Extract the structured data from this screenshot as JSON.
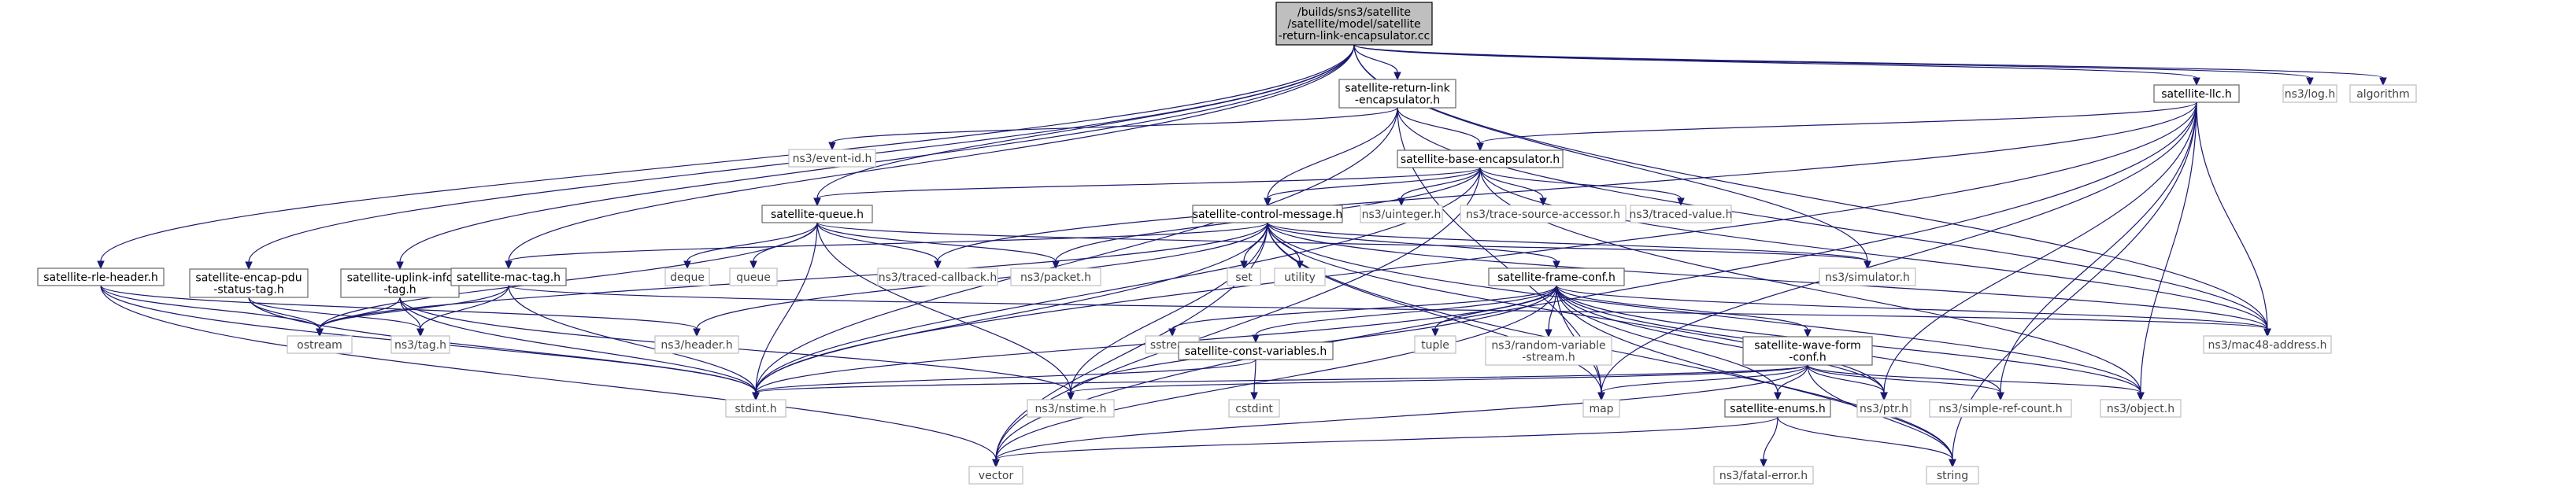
{
  "graph": {
    "type": "include-dependency-graph",
    "colors": {
      "edge": "#191970",
      "root_fill": "#bfbfbf",
      "node_border": "#666666",
      "external_border": "#bfbfbf"
    },
    "nodes": [
      {
        "id": "root",
        "lines": [
          "/builds/sns3/satellite",
          "/satellite/model/satellite",
          "-return-link-encapsulator.cc"
        ],
        "kind": "root"
      },
      {
        "id": "rle",
        "lines": [
          "satellite-return-link",
          "-encapsulator.h"
        ],
        "kind": "local"
      },
      {
        "id": "llc",
        "lines": [
          "satellite-llc.h"
        ],
        "kind": "local"
      },
      {
        "id": "log",
        "lines": [
          "ns3/log.h"
        ],
        "kind": "external"
      },
      {
        "id": "algo",
        "lines": [
          "algorithm"
        ],
        "kind": "external"
      },
      {
        "id": "eventid",
        "lines": [
          "ns3/event-id.h"
        ],
        "kind": "external"
      },
      {
        "id": "basee",
        "lines": [
          "satellite-base-encapsulator.h"
        ],
        "kind": "local"
      },
      {
        "id": "uint",
        "lines": [
          "ns3/uinteger.h"
        ],
        "kind": "external"
      },
      {
        "id": "tsa",
        "lines": [
          "ns3/trace-source-accessor.h"
        ],
        "kind": "external"
      },
      {
        "id": "tv",
        "lines": [
          "ns3/traced-value.h"
        ],
        "kind": "external"
      },
      {
        "id": "queue",
        "lines": [
          "satellite-queue.h"
        ],
        "kind": "local"
      },
      {
        "id": "ctrl",
        "lines": [
          "satellite-control-message.h"
        ],
        "kind": "local"
      },
      {
        "id": "rlehdr",
        "lines": [
          "satellite-rle-header.h"
        ],
        "kind": "local"
      },
      {
        "id": "encap",
        "lines": [
          "satellite-encap-pdu",
          "-status-tag.h"
        ],
        "kind": "local"
      },
      {
        "id": "uplink",
        "lines": [
          "satellite-uplink-info",
          "-tag.h"
        ],
        "kind": "local"
      },
      {
        "id": "mactag",
        "lines": [
          "satellite-mac-tag.h"
        ],
        "kind": "local"
      },
      {
        "id": "deque",
        "lines": [
          "deque"
        ],
        "kind": "external"
      },
      {
        "id": "queuestd",
        "lines": [
          "queue"
        ],
        "kind": "external"
      },
      {
        "id": "tcb",
        "lines": [
          "ns3/traced-callback.h"
        ],
        "kind": "external"
      },
      {
        "id": "packet",
        "lines": [
          "ns3/packet.h"
        ],
        "kind": "external"
      },
      {
        "id": "set",
        "lines": [
          "set"
        ],
        "kind": "external"
      },
      {
        "id": "utility",
        "lines": [
          "utility"
        ],
        "kind": "external"
      },
      {
        "id": "frame",
        "lines": [
          "satellite-frame-conf.h"
        ],
        "kind": "local"
      },
      {
        "id": "sim",
        "lines": [
          "ns3/simulator.h"
        ],
        "kind": "external"
      },
      {
        "id": "ostream",
        "lines": [
          "ostream"
        ],
        "kind": "external"
      },
      {
        "id": "tag",
        "lines": [
          "ns3/tag.h"
        ],
        "kind": "external"
      },
      {
        "id": "header",
        "lines": [
          "ns3/header.h"
        ],
        "kind": "external"
      },
      {
        "id": "sstream",
        "lines": [
          "sstream"
        ],
        "kind": "external"
      },
      {
        "id": "tuple",
        "lines": [
          "tuple"
        ],
        "kind": "external"
      },
      {
        "id": "rvs",
        "lines": [
          "ns3/random-variable",
          "-stream.h"
        ],
        "kind": "external"
      },
      {
        "id": "constv",
        "lines": [
          "satellite-const-variables.h"
        ],
        "kind": "local"
      },
      {
        "id": "wave",
        "lines": [
          "satellite-wave-form",
          "-conf.h"
        ],
        "kind": "local"
      },
      {
        "id": "mac48",
        "lines": [
          "ns3/mac48-address.h"
        ],
        "kind": "external"
      },
      {
        "id": "cstdint",
        "lines": [
          "cstdint"
        ],
        "kind": "external"
      },
      {
        "id": "stdint",
        "lines": [
          "stdint.h"
        ],
        "kind": "external"
      },
      {
        "id": "nstime",
        "lines": [
          "ns3/nstime.h"
        ],
        "kind": "external"
      },
      {
        "id": "map",
        "lines": [
          "map"
        ],
        "kind": "external"
      },
      {
        "id": "enums",
        "lines": [
          "satellite-enums.h"
        ],
        "kind": "local"
      },
      {
        "id": "ptr",
        "lines": [
          "ns3/ptr.h"
        ],
        "kind": "external"
      },
      {
        "id": "src",
        "lines": [
          "ns3/simple-ref-count.h"
        ],
        "kind": "external"
      },
      {
        "id": "object",
        "lines": [
          "ns3/object.h"
        ],
        "kind": "external"
      },
      {
        "id": "vector",
        "lines": [
          "vector"
        ],
        "kind": "external"
      },
      {
        "id": "string",
        "lines": [
          "string"
        ],
        "kind": "external"
      },
      {
        "id": "fatal",
        "lines": [
          "ns3/fatal-error.h"
        ],
        "kind": "external"
      }
    ],
    "edges": [
      [
        "root",
        "rle"
      ],
      [
        "root",
        "llc"
      ],
      [
        "root",
        "log"
      ],
      [
        "root",
        "algo"
      ],
      [
        "root",
        "queue"
      ],
      [
        "root",
        "rlehdr"
      ],
      [
        "root",
        "encap"
      ],
      [
        "root",
        "uplink"
      ],
      [
        "root",
        "mactag"
      ],
      [
        "root",
        "mac48"
      ],
      [
        "root",
        "sim"
      ],
      [
        "rle",
        "eventid"
      ],
      [
        "rle",
        "basee"
      ],
      [
        "rle",
        "ctrl"
      ],
      [
        "rle",
        "stdint"
      ],
      [
        "rle",
        "mac48"
      ],
      [
        "rle",
        "map"
      ],
      [
        "llc",
        "basee"
      ],
      [
        "llc",
        "tcb"
      ],
      [
        "llc",
        "stdint"
      ],
      [
        "llc",
        "map"
      ],
      [
        "llc",
        "mac48"
      ],
      [
        "llc",
        "ptr"
      ],
      [
        "llc",
        "src"
      ],
      [
        "llc",
        "object"
      ],
      [
        "llc",
        "vector"
      ],
      [
        "llc",
        "string"
      ],
      [
        "basee",
        "uint"
      ],
      [
        "basee",
        "tsa"
      ],
      [
        "basee",
        "tv"
      ],
      [
        "basee",
        "queue"
      ],
      [
        "basee",
        "ctrl"
      ],
      [
        "basee",
        "packet"
      ],
      [
        "basee",
        "stdint"
      ],
      [
        "basee",
        "mac48"
      ],
      [
        "basee",
        "object"
      ],
      [
        "basee",
        "vector"
      ],
      [
        "queue",
        "deque"
      ],
      [
        "queue",
        "queuestd"
      ],
      [
        "queue",
        "tcb"
      ],
      [
        "queue",
        "packet"
      ],
      [
        "queue",
        "stdint"
      ],
      [
        "queue",
        "nstime"
      ],
      [
        "queue",
        "ostream"
      ],
      [
        "queue",
        "sim"
      ],
      [
        "ctrl",
        "mactag"
      ],
      [
        "ctrl",
        "set"
      ],
      [
        "ctrl",
        "utility"
      ],
      [
        "ctrl",
        "frame"
      ],
      [
        "ctrl",
        "sim"
      ],
      [
        "ctrl",
        "header"
      ],
      [
        "ctrl",
        "stdint"
      ],
      [
        "ctrl",
        "nstime"
      ],
      [
        "ctrl",
        "map"
      ],
      [
        "ctrl",
        "vector"
      ],
      [
        "ctrl",
        "ostream"
      ],
      [
        "ctrl",
        "object"
      ],
      [
        "ctrl",
        "mac48"
      ],
      [
        "ctrl",
        "ptr"
      ],
      [
        "ctrl",
        "string"
      ],
      [
        "rlehdr",
        "ostream"
      ],
      [
        "rlehdr",
        "header"
      ],
      [
        "rlehdr",
        "stdint"
      ],
      [
        "rlehdr",
        "vector"
      ],
      [
        "encap",
        "ostream"
      ],
      [
        "encap",
        "tag"
      ],
      [
        "encap",
        "stdint"
      ],
      [
        "uplink",
        "ostream"
      ],
      [
        "uplink",
        "tag"
      ],
      [
        "uplink",
        "stdint"
      ],
      [
        "uplink",
        "nstime"
      ],
      [
        "mactag",
        "ostream"
      ],
      [
        "mactag",
        "tag"
      ],
      [
        "mactag",
        "stdint"
      ],
      [
        "mactag",
        "mac48"
      ],
      [
        "frame",
        "sstream"
      ],
      [
        "frame",
        "tuple"
      ],
      [
        "frame",
        "rvs"
      ],
      [
        "frame",
        "constv"
      ],
      [
        "frame",
        "wave"
      ],
      [
        "frame",
        "stdint"
      ],
      [
        "frame",
        "map"
      ],
      [
        "frame",
        "vector"
      ],
      [
        "frame",
        "enums"
      ],
      [
        "frame",
        "ptr"
      ],
      [
        "frame",
        "src"
      ],
      [
        "frame",
        "object"
      ],
      [
        "frame",
        "string"
      ],
      [
        "frame",
        "mac48"
      ],
      [
        "frame",
        "nstime"
      ],
      [
        "constv",
        "cstdint"
      ],
      [
        "constv",
        "stdint"
      ],
      [
        "wave",
        "enums"
      ],
      [
        "wave",
        "ptr"
      ],
      [
        "wave",
        "src"
      ],
      [
        "wave",
        "object"
      ],
      [
        "wave",
        "map"
      ],
      [
        "wave",
        "vector"
      ],
      [
        "wave",
        "stdint"
      ],
      [
        "wave",
        "nstime"
      ],
      [
        "wave",
        "string"
      ],
      [
        "enums",
        "vector"
      ],
      [
        "enums",
        "string"
      ],
      [
        "enums",
        "fatal"
      ]
    ]
  }
}
